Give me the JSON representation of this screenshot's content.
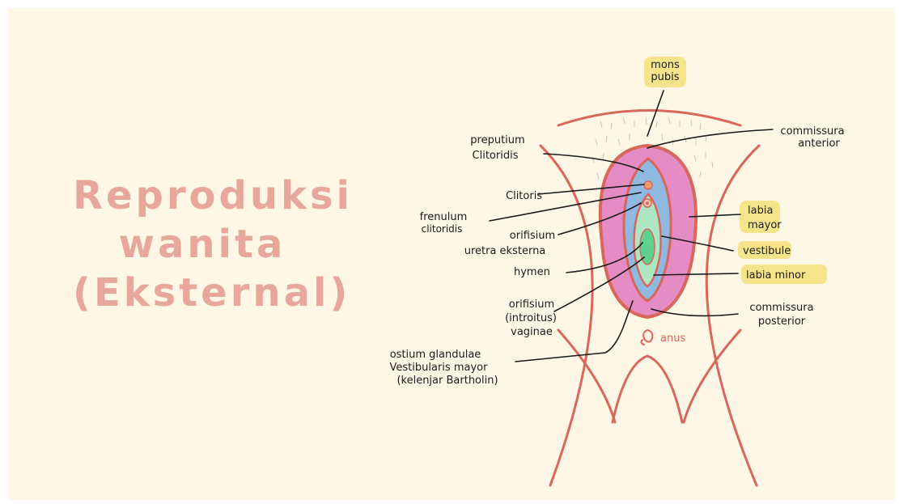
{
  "title": {
    "line1": "Reproduksi",
    "line2": "wanita",
    "line3": "(Eksternal)"
  },
  "labels": {
    "mons_pubis": [
      "mons",
      "pubis"
    ],
    "commissura_anterior": [
      "commissura",
      "anterior"
    ],
    "preputium_clitoridis": [
      "preputium",
      "Clitoridis"
    ],
    "clitoris": "Clitoris",
    "frenulum_clitoridis": [
      "frenulum",
      "clitoridis"
    ],
    "orifisium_uretra": [
      "orifisium",
      "uretra eksterna"
    ],
    "labia_mayor": [
      "labia",
      "mayor"
    ],
    "vestibule": "vestibule",
    "hymen": "hymen",
    "labia_minor": "labia minor",
    "orifisium_vaginae": [
      "orifisium",
      "(introitus)",
      "vaginae"
    ],
    "commissura_posterior": [
      "commissura",
      "posterior"
    ],
    "anus": "anus",
    "ostium_glandulae": [
      "ostium glandulae",
      "Vestibularis mayor",
      "(kelenjar Bartholin)"
    ]
  },
  "colors": {
    "background": "#fef7e5",
    "title": "#e7a79b",
    "outline": "#d9675c",
    "labia_mayor": "#e68cc4",
    "labia_minor_blue": "#8fb9e1",
    "vestibule_green": "#aee6c4",
    "highlight": "#f4e07a"
  }
}
